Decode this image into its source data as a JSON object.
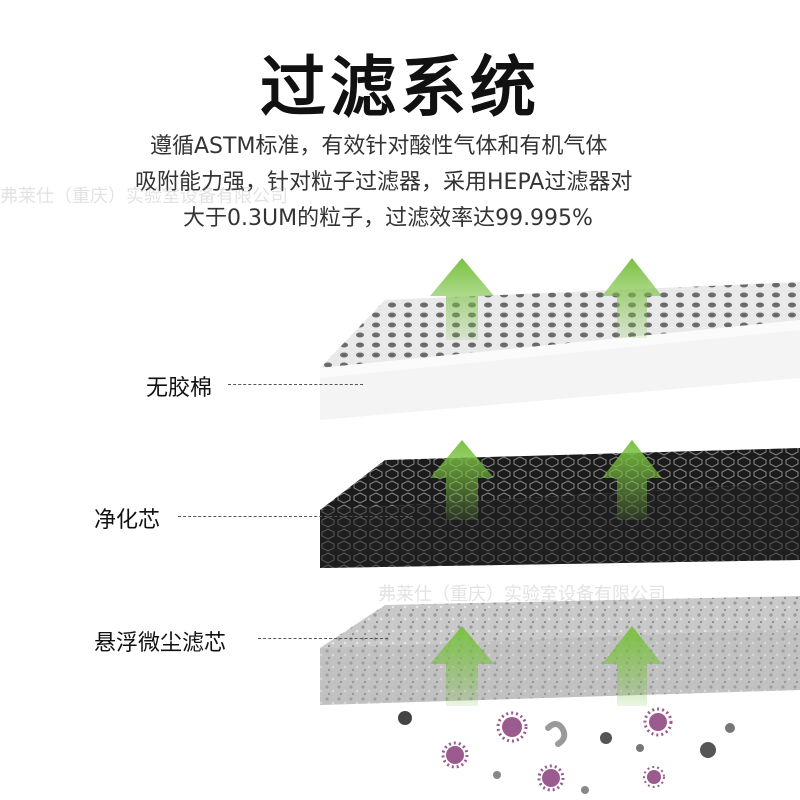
{
  "title": "过滤系统",
  "description": [
    "遵循ASTM标准，有效针对酸性气体和有机气体",
    "吸附能力强，针对粒子过滤器，采用HEPA过滤器对",
    "大于0.3UM的粒子，过滤效率达99.995%"
  ],
  "watermark": "弗莱仕（重庆）实验室设备有限公司",
  "layers": [
    {
      "label": "无胶棉"
    },
    {
      "label": "净化芯"
    },
    {
      "label": "悬浮微尘滤芯"
    }
  ],
  "icons": {
    "arrow": "airflow-up-arrow-icon",
    "particle": "dust-particle-icon"
  },
  "colors": {
    "arrow_green": "#7ac142",
    "layer_white": "#f2f2f2",
    "layer_black": "#1f1f1f",
    "layer_gray": "#b9b9b9",
    "particle_purple": "#9b5b8f"
  }
}
